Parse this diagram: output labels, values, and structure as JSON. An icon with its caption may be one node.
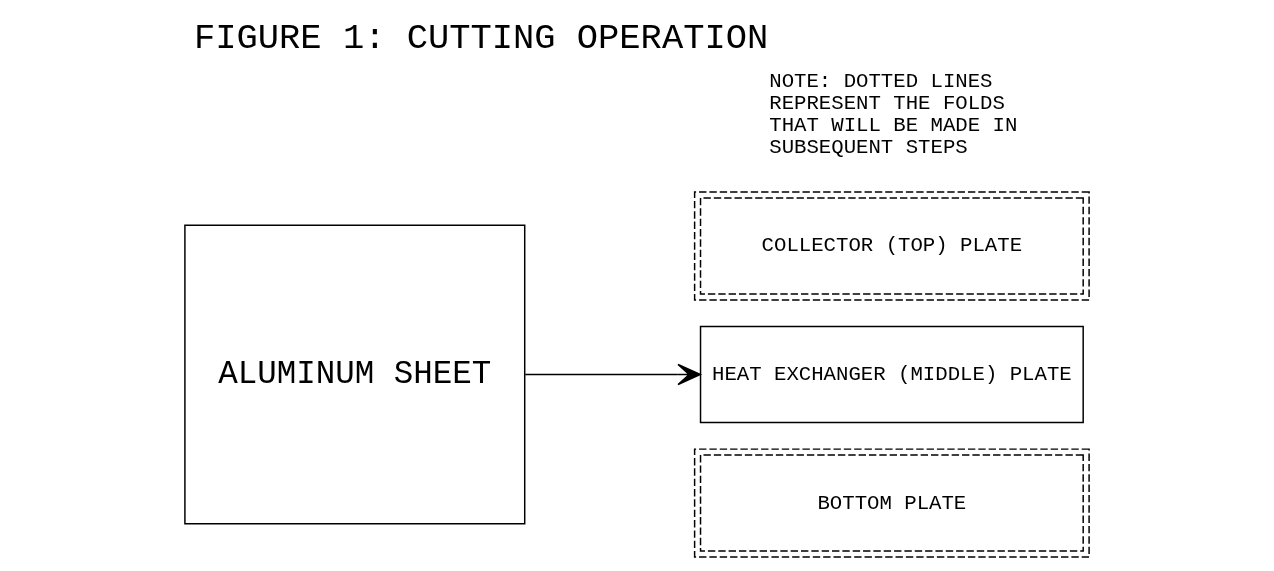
{
  "diagram": {
    "title": "FIGURE 1: CUTTING OPERATION",
    "nodes": [
      {
        "text": [
          "ALUMINUM SHEET"
        ]
      },
      {
        "text": [
          "COLLECTOR (TOP) PLATE"
        ]
      },
      {
        "text": [
          "HEAT EXCHANGER (MIDDLE) PLATE"
        ]
      },
      {
        "text": [
          "BOTTOM PLATE"
        ]
      }
    ],
    "edges": [
      {
        "from": 0,
        "to": 2,
        "arrow": "to"
      }
    ],
    "labels": [
      "NOTE: DOTTED LINES REPRESENT THE FOLDS THAT WILL BE MADE IN SUBSEQUENT STEPS"
    ]
  }
}
